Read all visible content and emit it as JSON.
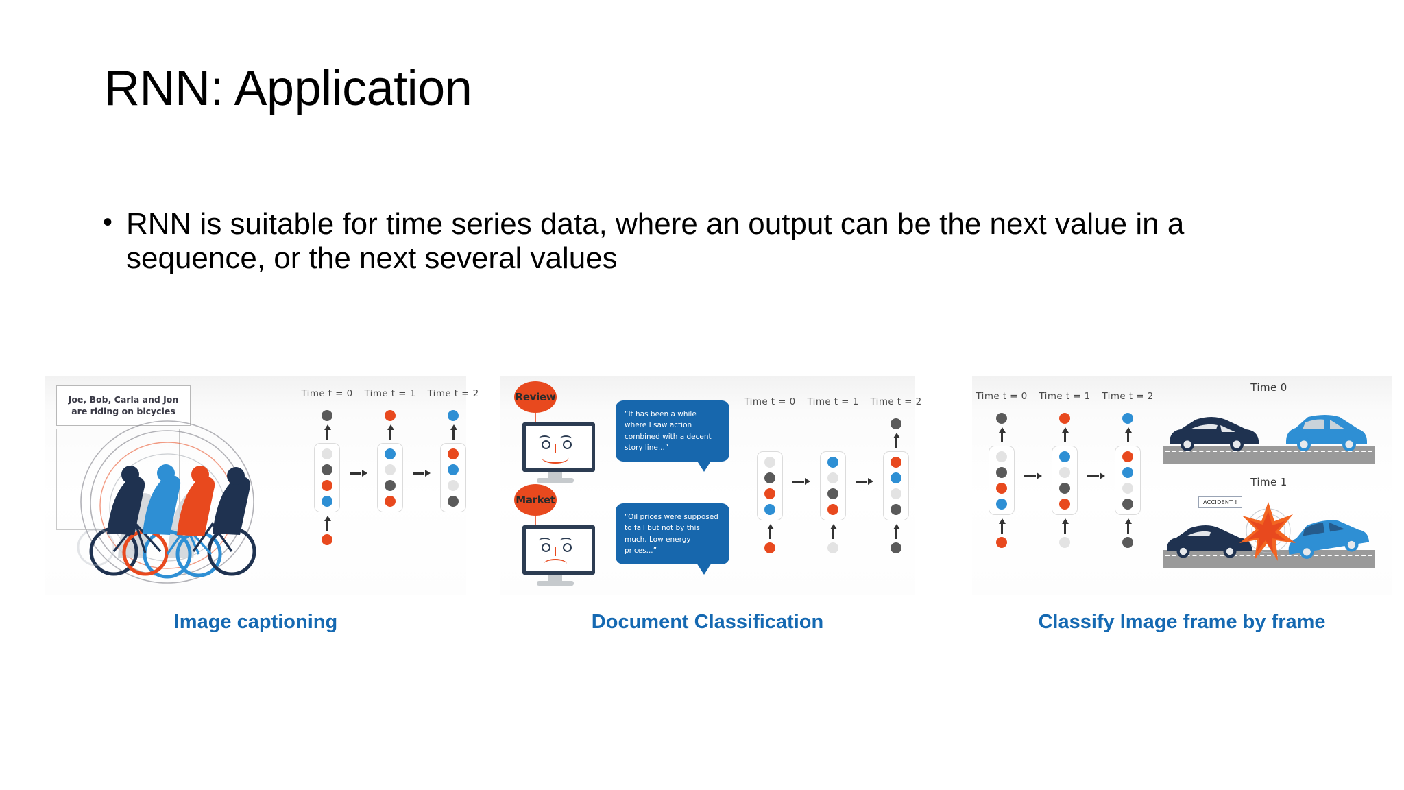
{
  "slide": {
    "title": "RNN: Application",
    "bullets": [
      {
        "marker": "•",
        "text": "RNN is suitable for time series data, where an output can be the next value in a sequence, or the next several values"
      }
    ],
    "accent_color": "#1569b2",
    "node_colors": {
      "dark": "#5a5a5a",
      "orange": "#e8491e",
      "blue": "#2e8fd4",
      "light": "#e3e3e3"
    }
  },
  "panels": [
    {
      "id": "image-captioning",
      "caption": "Image captioning",
      "illustration": {
        "caption_box_text": "Joe, Bob, Carla and Jon are riding on bicycles",
        "subject": "four-cyclists-illustration"
      },
      "rnn": {
        "time_labels": [
          "Time t = 0",
          "Time t = 1",
          "Time t = 2"
        ],
        "steps": [
          {
            "output": "dark",
            "hidden": [
              "light",
              "dark",
              "orange",
              "blue"
            ],
            "input": "orange"
          },
          {
            "output": "orange",
            "hidden": [
              "blue",
              "light",
              "dark",
              "orange"
            ],
            "input": null
          },
          {
            "output": "blue",
            "hidden": [
              "orange",
              "blue",
              "light",
              "dark"
            ],
            "input": null
          }
        ]
      }
    },
    {
      "id": "document-classification",
      "caption": "Document Classification",
      "illustration": {
        "items": [
          {
            "balloon_label": "Review",
            "face": "happy",
            "bubble_text": "“It has been a while where I saw action combined with a decent story line...”"
          },
          {
            "balloon_label": "Market",
            "face": "sad",
            "bubble_text": "“Oil prices were supposed to fall but not by this much. Low energy prices...”"
          }
        ]
      },
      "rnn": {
        "time_labels": [
          "Time t = 0",
          "Time t = 1",
          "Time t = 2"
        ],
        "steps": [
          {
            "output": null,
            "hidden": [
              "light",
              "dark",
              "orange",
              "blue"
            ],
            "input": "orange"
          },
          {
            "output": null,
            "hidden": [
              "blue",
              "light",
              "dark",
              "orange"
            ],
            "input": "light"
          },
          {
            "output": "dark",
            "hidden": [
              "orange",
              "blue",
              "light",
              "dark"
            ],
            "input": "dark"
          }
        ]
      }
    },
    {
      "id": "classify-image-frame-by-frame",
      "caption": "Classify Image frame by frame",
      "illustration": {
        "scenes": [
          {
            "label": "Time 0",
            "description": "two-cars-driving"
          },
          {
            "label": "Time 1",
            "description": "car-crash",
            "sign_text": "ACCIDENT !"
          }
        ]
      },
      "rnn": {
        "time_labels": [
          "Time t = 0",
          "Time t = 1",
          "Time t = 2"
        ],
        "steps": [
          {
            "output": "dark",
            "hidden": [
              "light",
              "dark",
              "orange",
              "blue"
            ],
            "input": "orange"
          },
          {
            "output": "orange",
            "hidden": [
              "blue",
              "light",
              "dark",
              "orange"
            ],
            "input": "light"
          },
          {
            "output": "blue",
            "hidden": [
              "orange",
              "blue",
              "light",
              "dark"
            ],
            "input": "dark"
          }
        ]
      }
    }
  ]
}
